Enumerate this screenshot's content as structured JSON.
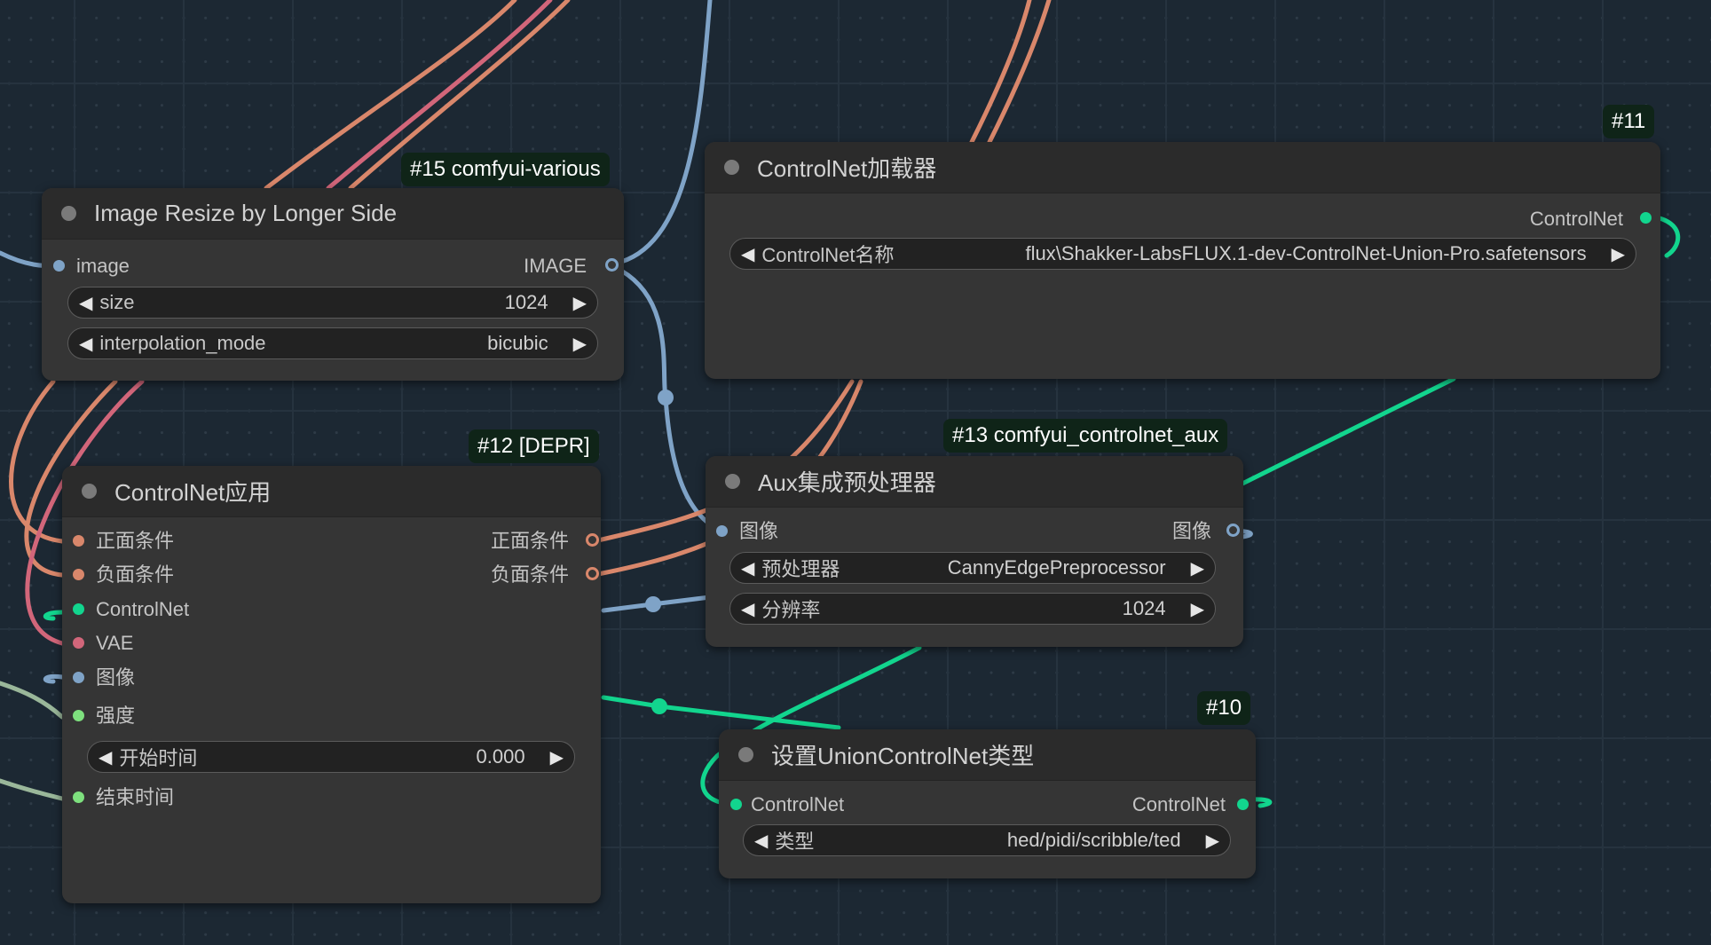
{
  "colors": {
    "canvas_bg": "#1c2833",
    "node_body": "#353535",
    "node_header": "#2b2b2b",
    "badge_bg": "#0f2418",
    "wire_image": "#7fa3c7",
    "wire_conditioning": "#d9876b",
    "wire_vae": "#d2667a",
    "wire_controlnet": "#12d58e",
    "wire_float": "#9ab79a"
  },
  "nodes": {
    "resize": {
      "badge": "#15 comfyui-various",
      "title": "Image Resize by Longer Side",
      "input_label": "image",
      "output_label": "IMAGE",
      "widgets": [
        {
          "label": "size",
          "value": "1024"
        },
        {
          "label": "interpolation_mode",
          "value": "bicubic"
        }
      ]
    },
    "loader": {
      "badge": "#11",
      "title": "ControlNet加载器",
      "output_label": "ControlNet",
      "widgets": [
        {
          "label": "ControlNet名称",
          "value": "flux\\Shakker-LabsFLUX.1-dev-ControlNet-Union-Pro.safetensors"
        }
      ]
    },
    "apply": {
      "badge": "#12 [DEPR]",
      "title": "ControlNet应用",
      "inputs": [
        "正面条件",
        "负面条件",
        "ControlNet",
        "VAE",
        "图像",
        "强度"
      ],
      "input_colors": [
        "#d9876b",
        "#d9876b",
        "#12d58e",
        "#d2667a",
        "#7fa3c7",
        "#7ee07e"
      ],
      "outputs": [
        "正面条件",
        "负面条件"
      ],
      "widgets": [
        {
          "label": "开始时间",
          "value": "0.000"
        }
      ],
      "extra_input": "结束时间"
    },
    "aux": {
      "badge": "#13 comfyui_controlnet_aux",
      "title": "Aux集成预处理器",
      "input_label": "图像",
      "output_label": "图像",
      "widgets": [
        {
          "label": "预处理器",
          "value": "CannyEdgePreprocessor"
        },
        {
          "label": "分辨率",
          "value": "1024"
        }
      ]
    },
    "union": {
      "badge": "#10",
      "title": "设置UnionControlNet类型",
      "input_label": "ControlNet",
      "output_label": "ControlNet",
      "widgets": [
        {
          "label": "类型",
          "value": "hed/pidi/scribble/ted"
        }
      ]
    }
  }
}
